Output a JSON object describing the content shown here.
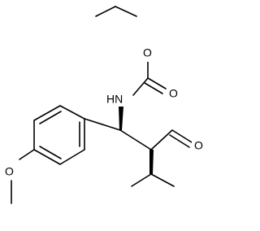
{
  "molecule": {
    "atoms": {
      "carbamate_ether_o": "O",
      "carbonyl_o": "O",
      "amine_n": "HN",
      "aldehyde_o": "O",
      "methoxy_o": "O"
    }
  },
  "colors": {
    "bond": "#000000",
    "label": "#000000",
    "background": "#ffffff"
  }
}
